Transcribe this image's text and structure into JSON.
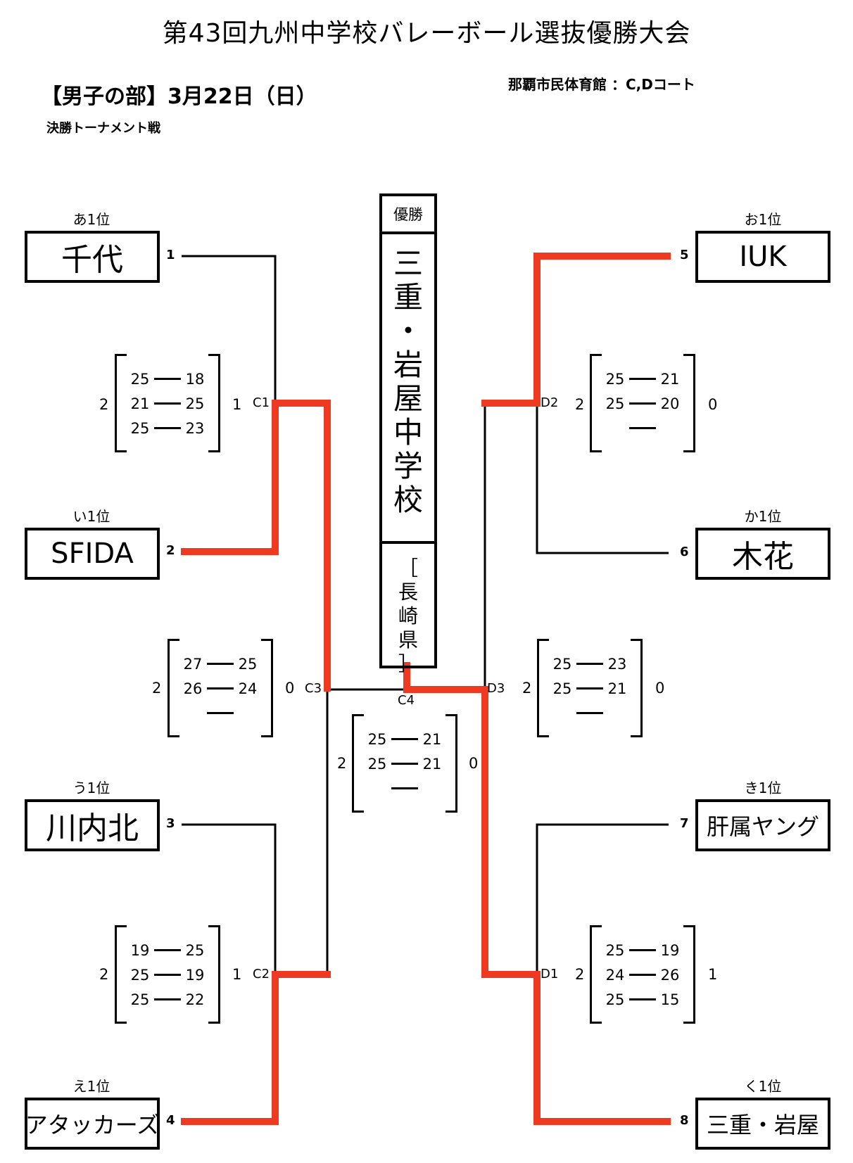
{
  "header": {
    "title": "第43回九州中学校バレーボール選抜優勝大会",
    "division": "【男子の部】3月22日（日）",
    "round": "決勝トーナメント戦",
    "venue": "那覇市民体育館 ：C,Dコート"
  },
  "colors": {
    "winner_path": "#EE3A20",
    "line": "#000000"
  },
  "champion": {
    "label": "優勝",
    "name_chars": [
      "三",
      "重",
      "・",
      "岩",
      "屋",
      "中",
      "学",
      "校"
    ],
    "prefecture_chars": [
      "［",
      "長",
      "崎",
      "県",
      "］"
    ]
  },
  "teams": [
    {
      "slot": "1",
      "seed": "あ1位",
      "name": "千代"
    },
    {
      "slot": "2",
      "seed": "い1位",
      "name": "SFIDA"
    },
    {
      "slot": "3",
      "seed": "う1位",
      "name": "川内北"
    },
    {
      "slot": "4",
      "seed": "え1位",
      "name": "アタッカーズ"
    },
    {
      "slot": "5",
      "seed": "お1位",
      "name": "IUK"
    },
    {
      "slot": "6",
      "seed": "か1位",
      "name": "木花"
    },
    {
      "slot": "7",
      "seed": "き1位",
      "name": "肝属ヤング"
    },
    {
      "slot": "8",
      "seed": "く1位",
      "name": "三重・岩屋"
    }
  ],
  "matches": {
    "C1": {
      "code": "C1",
      "left_total": "2",
      "right_total": "1",
      "sets": [
        [
          "25",
          "18"
        ],
        [
          "21",
          "25"
        ],
        [
          "25",
          "23"
        ]
      ]
    },
    "C2": {
      "code": "C2",
      "left_total": "2",
      "right_total": "1",
      "sets": [
        [
          "19",
          "25"
        ],
        [
          "25",
          "19"
        ],
        [
          "25",
          "22"
        ]
      ]
    },
    "C3": {
      "code": "C3",
      "left_total": "2",
      "right_total": "0",
      "sets": [
        [
          "27",
          "25"
        ],
        [
          "26",
          "24"
        ],
        [
          "",
          ""
        ]
      ]
    },
    "C4": {
      "code": "C4",
      "left_total": "2",
      "right_total": "0",
      "sets": [
        [
          "25",
          "21"
        ],
        [
          "25",
          "21"
        ],
        [
          "",
          ""
        ]
      ]
    },
    "D1": {
      "code": "D1",
      "left_total": "2",
      "right_total": "1",
      "sets": [
        [
          "25",
          "19"
        ],
        [
          "24",
          "26"
        ],
        [
          "25",
          "15"
        ]
      ]
    },
    "D2": {
      "code": "D2",
      "left_total": "2",
      "right_total": "0",
      "sets": [
        [
          "25",
          "21"
        ],
        [
          "25",
          "20"
        ],
        [
          "",
          ""
        ]
      ]
    },
    "D3": {
      "code": "D3",
      "left_total": "2",
      "right_total": "0",
      "sets": [
        [
          "25",
          "23"
        ],
        [
          "25",
          "21"
        ],
        [
          "",
          ""
        ]
      ]
    }
  }
}
